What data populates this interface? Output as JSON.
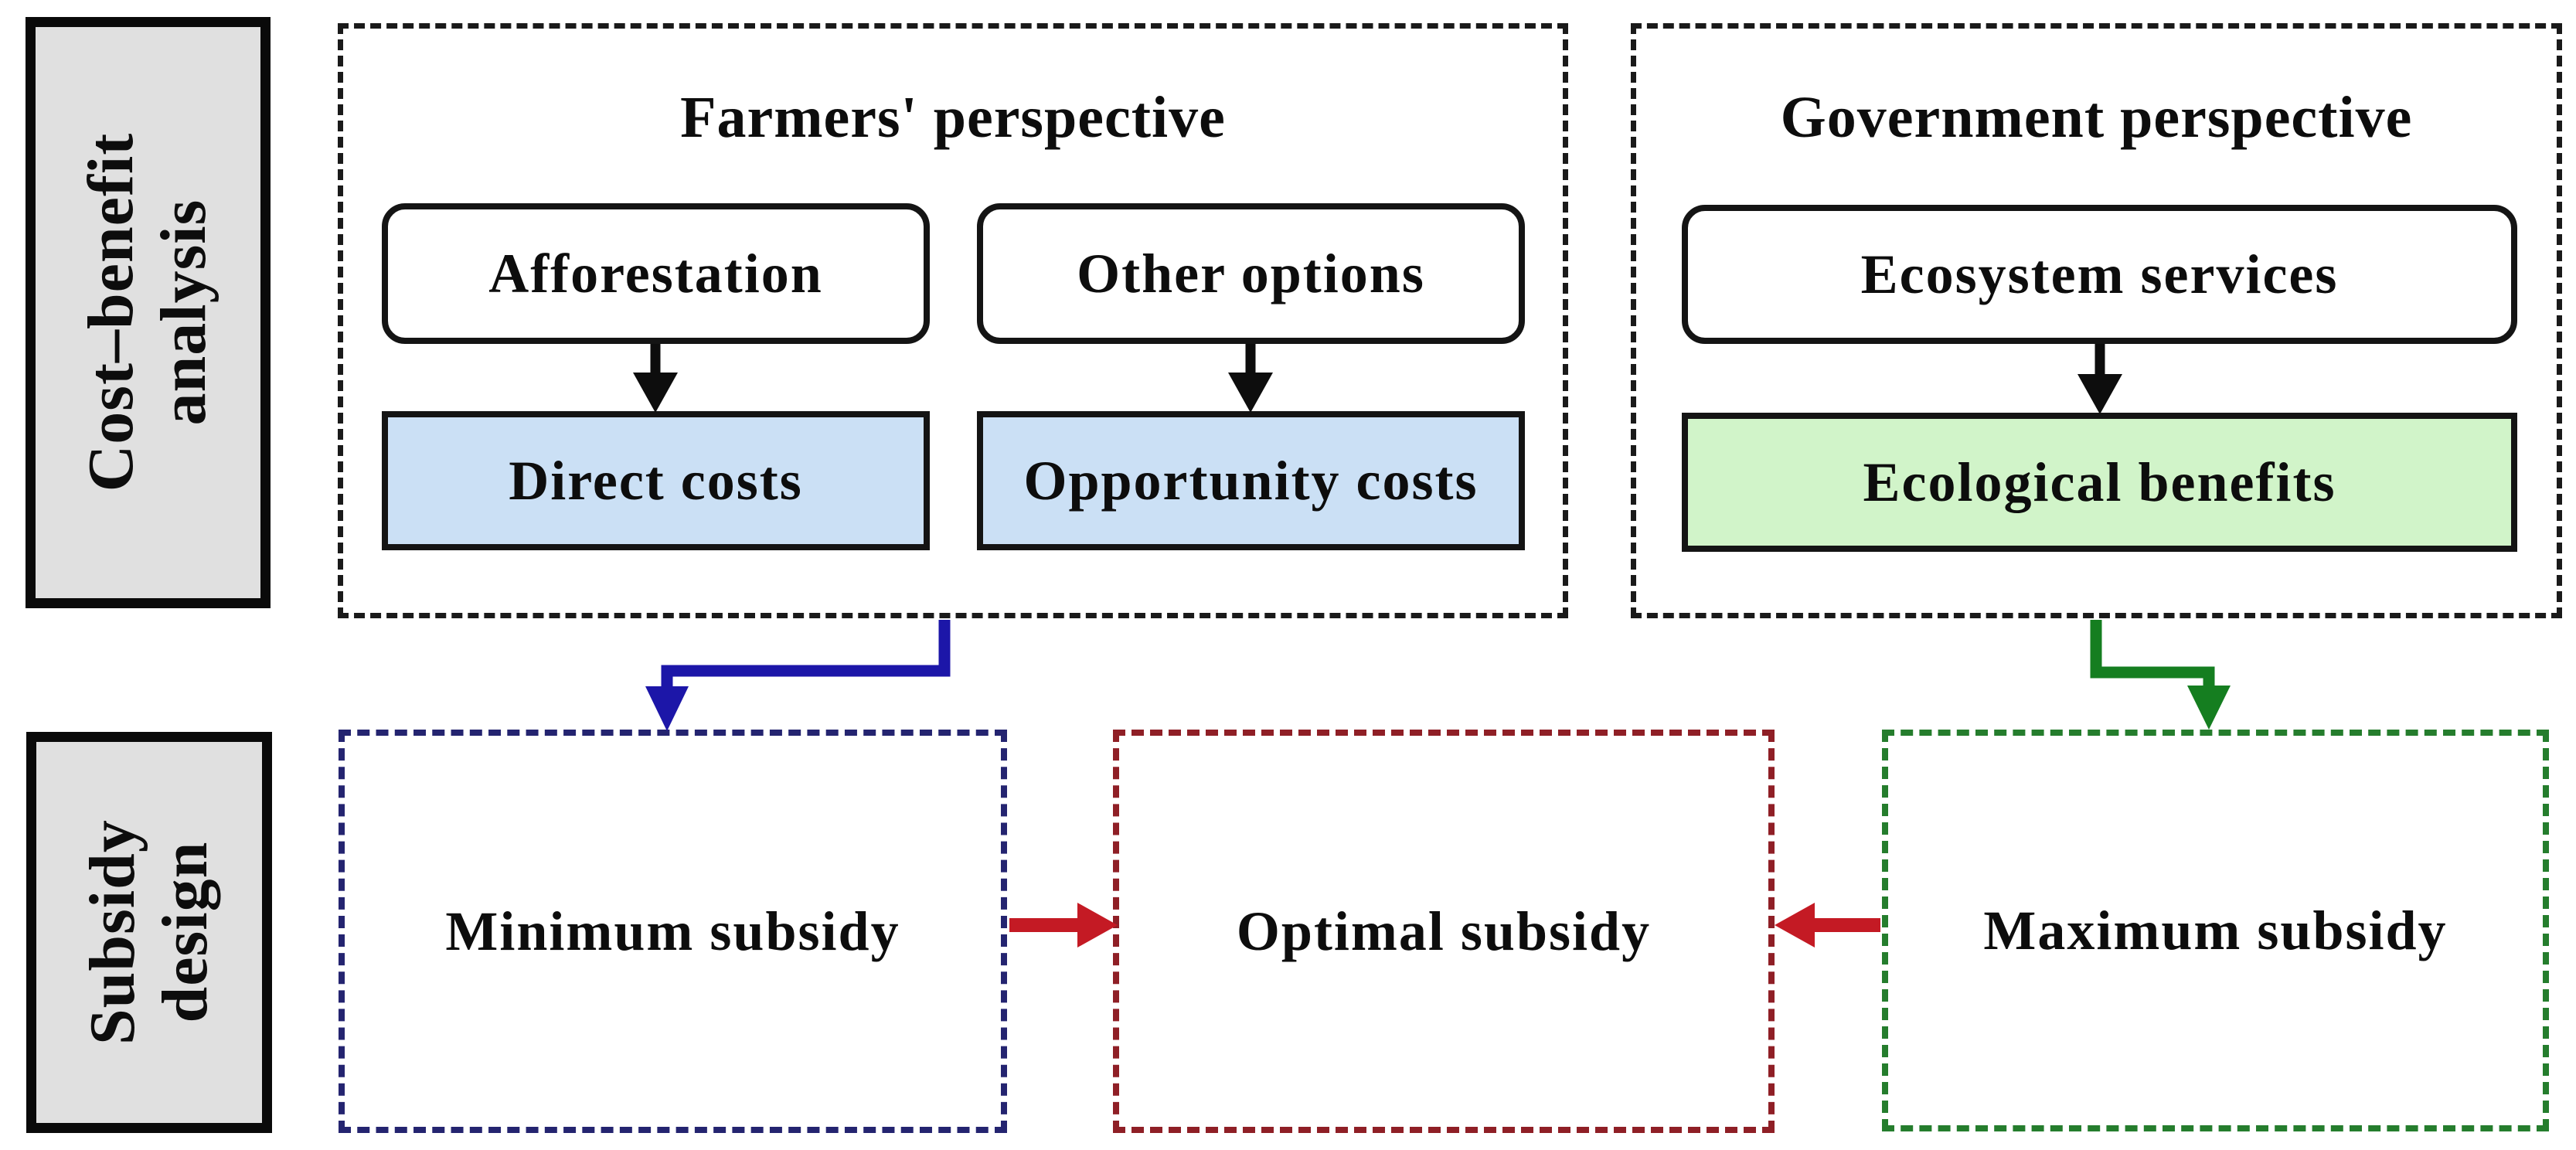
{
  "figure": {
    "description": "Cost-benefit analysis and subsidy design flow diagram"
  },
  "side_labels": {
    "cost_benefit": {
      "line1": "Cost–benefit",
      "line2": "analysis"
    },
    "subsidy": {
      "line1": "Subsidy",
      "line2": "design"
    }
  },
  "farmers": {
    "title": "Farmers' perspective",
    "option1": "Afforestation",
    "option2": "Other options",
    "cost1": "Direct costs",
    "cost2": "Opportunity costs"
  },
  "government": {
    "title": "Government perspective",
    "service": "Ecosystem services",
    "benefit": "Ecological benefits"
  },
  "subsidy": {
    "minimum": "Minimum subsidy",
    "optimal": "Optimal subsidy",
    "maximum": "Maximum subsidy"
  },
  "colors": {
    "side_label_bg": "#e0e0e0",
    "cost_fill": "#cbe0f5",
    "benefit_fill": "#d1f4c9",
    "node_bg": "#ffffff",
    "black_arrow": "#0d0d0d",
    "blue_arrow": "#1c16a8",
    "green_arrow": "#157e20",
    "red_arrow": "#c41a24",
    "minimum_border": "#242470",
    "optimal_border": "#8f1f26",
    "maximum_border": "#257d2d"
  }
}
